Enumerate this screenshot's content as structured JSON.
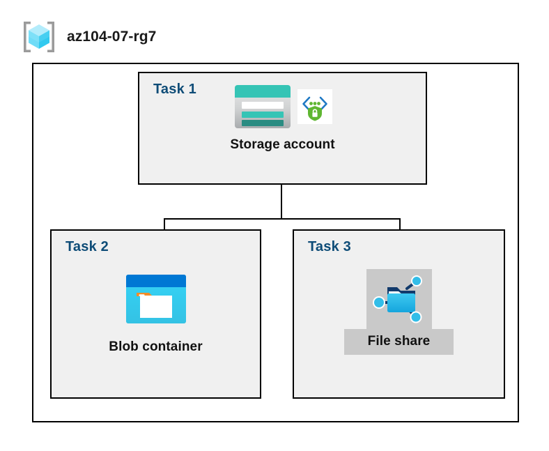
{
  "header": {
    "icon": "resource-group-cube-icon",
    "title": "az104-07-rg7"
  },
  "group": {
    "name": "resource-group-boundary"
  },
  "tasks": [
    {
      "label": "Task 1",
      "node": {
        "caption": "Storage account",
        "icon": "storage-account-icon",
        "badge_icon": "secure-endpoint-shield-icon",
        "highlighted": false
      }
    },
    {
      "label": "Task 2",
      "node": {
        "caption": "Blob container",
        "icon": "blob-container-icon",
        "badge_icon": "",
        "highlighted": false
      }
    },
    {
      "label": "Task 3",
      "node": {
        "caption": "File share",
        "icon": "file-share-icon",
        "badge_icon": "",
        "highlighted": true
      }
    }
  ],
  "connectors": [
    {
      "name": "storage-to-children-trunk"
    },
    {
      "name": "children-horizontal-bar"
    },
    {
      "name": "drop-to-blob-container"
    },
    {
      "name": "drop-to-file-share"
    }
  ],
  "colors": {
    "task_label": "#0e4c77",
    "task_box_fill": "#f0f0f0",
    "border": "#000000",
    "canvas": "#ffffff",
    "highlight": "#c9c9c9",
    "storage_teal": "#35c4b5",
    "storage_teal_dark": "#2a8c82",
    "blob_blue": "#0078d4",
    "blob_cyan": "#32d4f5",
    "blob_orange": "#f28c28",
    "fileshare_blue": "#32bde8",
    "fileshare_navy": "#123a6b",
    "shield_green": "#5fb632",
    "cube_cyan": "#58d9f5",
    "bracket_grey": "#9b9b9b"
  }
}
